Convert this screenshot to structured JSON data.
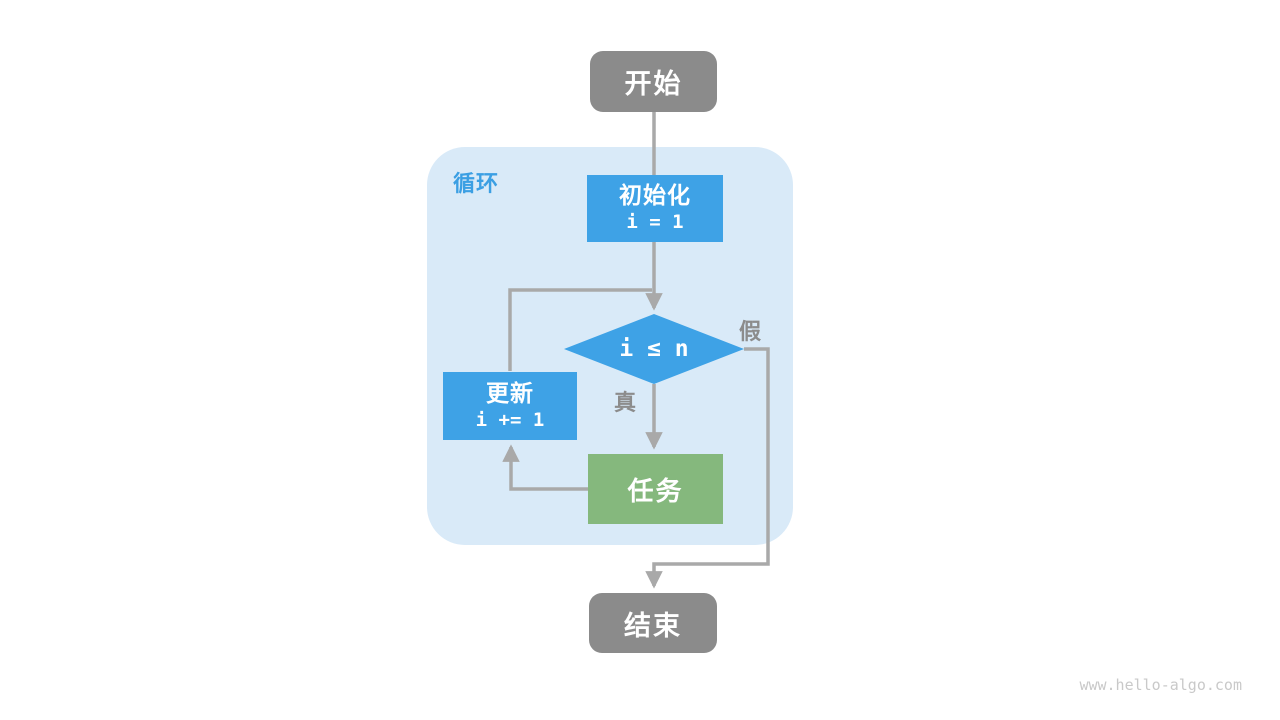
{
  "page": {
    "watermark": "www.hello-algo.com",
    "background_color": "#ffffff"
  },
  "colors": {
    "process_fill": "#3EA2E6",
    "task_fill": "#85B87D",
    "terminal_fill": "#8B8B8B",
    "loop_container_fill": "#D9EAF8",
    "loop_label_text": "#3B9FE3",
    "connector": "#A9A9A9",
    "edge_label_text": "#8C8C8C",
    "node_text": "#FFFFFF",
    "watermark_text": "#C9C9C9"
  },
  "diagram": {
    "loop_label": "循环",
    "nodes": {
      "start": {
        "label": "开始"
      },
      "init": {
        "label": "初始化",
        "code": "i = 1"
      },
      "condition": {
        "code": "i ≤ n"
      },
      "update": {
        "label": "更新",
        "code": "i += 1"
      },
      "task": {
        "label": "任务"
      },
      "end": {
        "label": "结束"
      }
    },
    "edge_labels": {
      "true_branch": "真",
      "false_branch": "假"
    }
  }
}
